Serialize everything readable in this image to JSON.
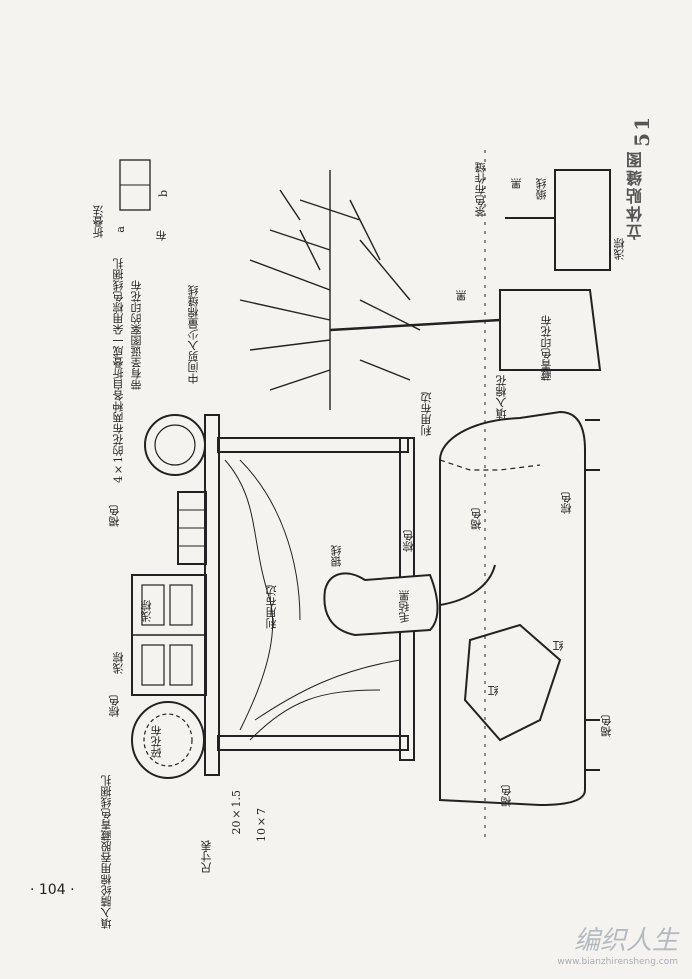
{
  "header": {
    "number": "51",
    "title": "立体贴缝图"
  },
  "page_number": "· 104 ·",
  "fold_method": {
    "title": "折叠法",
    "a": "a",
    "b": "b",
    "cloth": "布"
  },
  "labels": {
    "flower_cloth_note": "4×1的花布两种各自折叠成一朵用棕色线捆扎",
    "print_cloth": "带有圣诞图案的印花布",
    "wall_stitch": "中间剪入少量棉缝线",
    "brown1": "褐色",
    "brown2": "褐色",
    "brown3": "褐色",
    "brown4": "褐色",
    "light_tan1": "浅棕",
    "light_tan2": "浅棕",
    "tan_frame": "棕色",
    "tan_rod": "棕色",
    "tan_sofa": "棕色",
    "light_tan_chair": "浅棕",
    "scrap_cloth": "碎花布",
    "fill_note": "填入腈纶棉用吞股藏青色线捆扎",
    "size1": "20×1.5",
    "size2": "10×7",
    "size_label": "尺寸表",
    "use_cloth_edge1": "利用布边",
    "use_cloth_edge2": "利用布边",
    "use_cloth_edge3": "利用布边",
    "silver_thread": "银线",
    "felt": "毛毡黑",
    "red1": "红",
    "red2": "红",
    "black_thread": "黑",
    "fill_cotton": "填入棉花",
    "print_cloth2": "藏青色印花布",
    "black": "黑",
    "satin_thread": "缎线",
    "brown_cloth_ribbon": "茶色布作缝",
    "light_brown": "浅棕"
  },
  "watermark": {
    "brand": "编织人生",
    "url": "www.bianzhirensheng.com"
  }
}
